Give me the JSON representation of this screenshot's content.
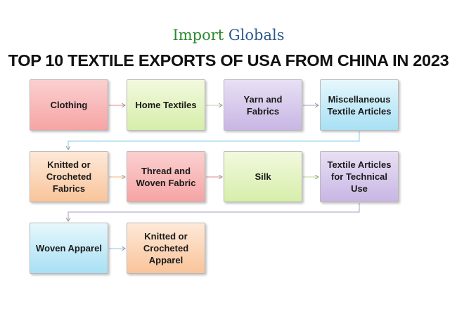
{
  "logo": {
    "part1": "Import ",
    "part2": "Globals"
  },
  "title": "TOP 10 TEXTILE EXPORTS OF USA FROM CHINA IN 2023",
  "items": [
    {
      "label": "Clothing",
      "color": "#f6a4a4"
    },
    {
      "label": "Home Textiles",
      "color": "#d6eeaa"
    },
    {
      "label": "Yarn and Fabrics",
      "color": "#c8b6e4"
    },
    {
      "label": "Miscellaneous Textile Articles",
      "color": "#a8e0f4"
    },
    {
      "label": "Knitted or Crocheted Fabrics",
      "color": "#f9c49a"
    },
    {
      "label": "Thread and Woven Fabric",
      "color": "#f6a4a4"
    },
    {
      "label": "Silk",
      "color": "#d6eeaa"
    },
    {
      "label": "Textile Articles for Technical Use",
      "color": "#c8b6e4"
    },
    {
      "label": "Woven Apparel",
      "color": "#a8e0f4"
    },
    {
      "label": "Knitted or Crocheted Apparel",
      "color": "#f9c49a"
    }
  ]
}
